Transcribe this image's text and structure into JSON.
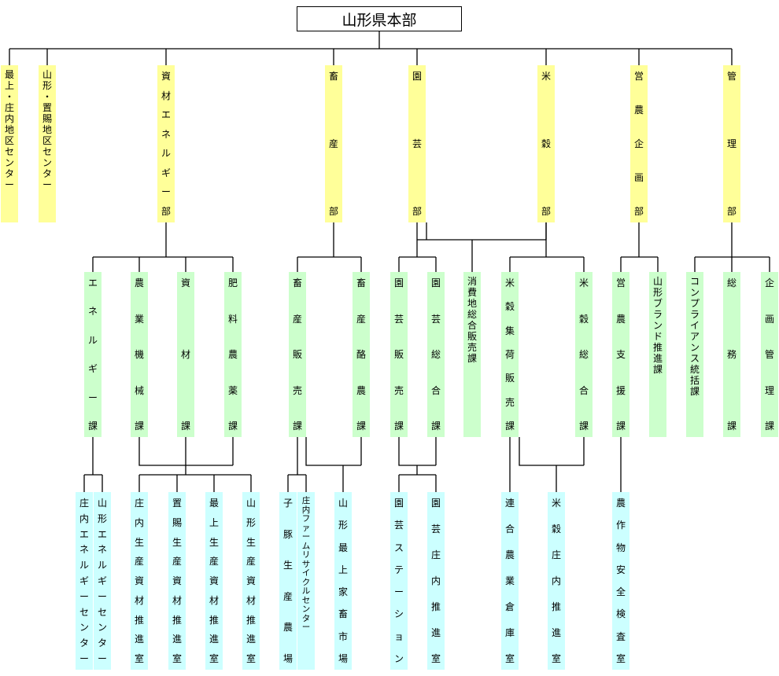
{
  "root": {
    "label": "山形県本部"
  },
  "departments": [
    {
      "id": "d1",
      "label": "最上・庄内地区センター"
    },
    {
      "id": "d2",
      "label": "山形・置賜地区センター"
    },
    {
      "id": "d3",
      "label": "資材エネルギー部"
    },
    {
      "id": "d4",
      "label": "畜産部"
    },
    {
      "id": "d5",
      "label": "園芸部"
    },
    {
      "id": "d6",
      "label": "米穀部"
    },
    {
      "id": "d7",
      "label": "営農企画部"
    },
    {
      "id": "d8",
      "label": "管理部"
    }
  ],
  "sections": [
    {
      "id": "s1",
      "label": "エネルギー課"
    },
    {
      "id": "s2",
      "label": "農業機械課"
    },
    {
      "id": "s3",
      "label": "資材課"
    },
    {
      "id": "s4",
      "label": "肥料農薬課"
    },
    {
      "id": "s5",
      "label": "畜産販売課"
    },
    {
      "id": "s6",
      "label": "畜産酪農課"
    },
    {
      "id": "s7",
      "label": "園芸販売課"
    },
    {
      "id": "s8",
      "label": "園芸総合課"
    },
    {
      "id": "s9",
      "label": "消費地総合販売課"
    },
    {
      "id": "s10",
      "label": "米穀集荷販売課"
    },
    {
      "id": "s11",
      "label": "米穀総合課"
    },
    {
      "id": "s12",
      "label": "営農支援課"
    },
    {
      "id": "s13",
      "label": "山形ブランド推進課"
    },
    {
      "id": "s14",
      "label": "コンプライアンス統括課"
    },
    {
      "id": "s15",
      "label": "総務課"
    },
    {
      "id": "s16",
      "label": "企画管理課"
    }
  ],
  "units": [
    {
      "id": "u1",
      "label": "庄内エネルギーセンター"
    },
    {
      "id": "u2",
      "label": "山形エネルギーセンター"
    },
    {
      "id": "u3",
      "label": "庄内生産資材推進室"
    },
    {
      "id": "u4",
      "label": "置賜生産資材推進室"
    },
    {
      "id": "u5",
      "label": "最上生産資材推進室"
    },
    {
      "id": "u6",
      "label": "山形生産資材推進室"
    },
    {
      "id": "u7",
      "label": "子豚生産農場"
    },
    {
      "id": "u8",
      "label": "庄内ファームリサイクルセンター"
    },
    {
      "id": "u9",
      "label": "山形最上家畜市場"
    },
    {
      "id": "u10",
      "label": "園芸ステーション"
    },
    {
      "id": "u11",
      "label": "園芸庄内推進室"
    },
    {
      "id": "u12",
      "label": "連合農業倉庫室"
    },
    {
      "id": "u13",
      "label": "米穀庄内推進室"
    },
    {
      "id": "u14",
      "label": "農作物安全検査室"
    }
  ]
}
